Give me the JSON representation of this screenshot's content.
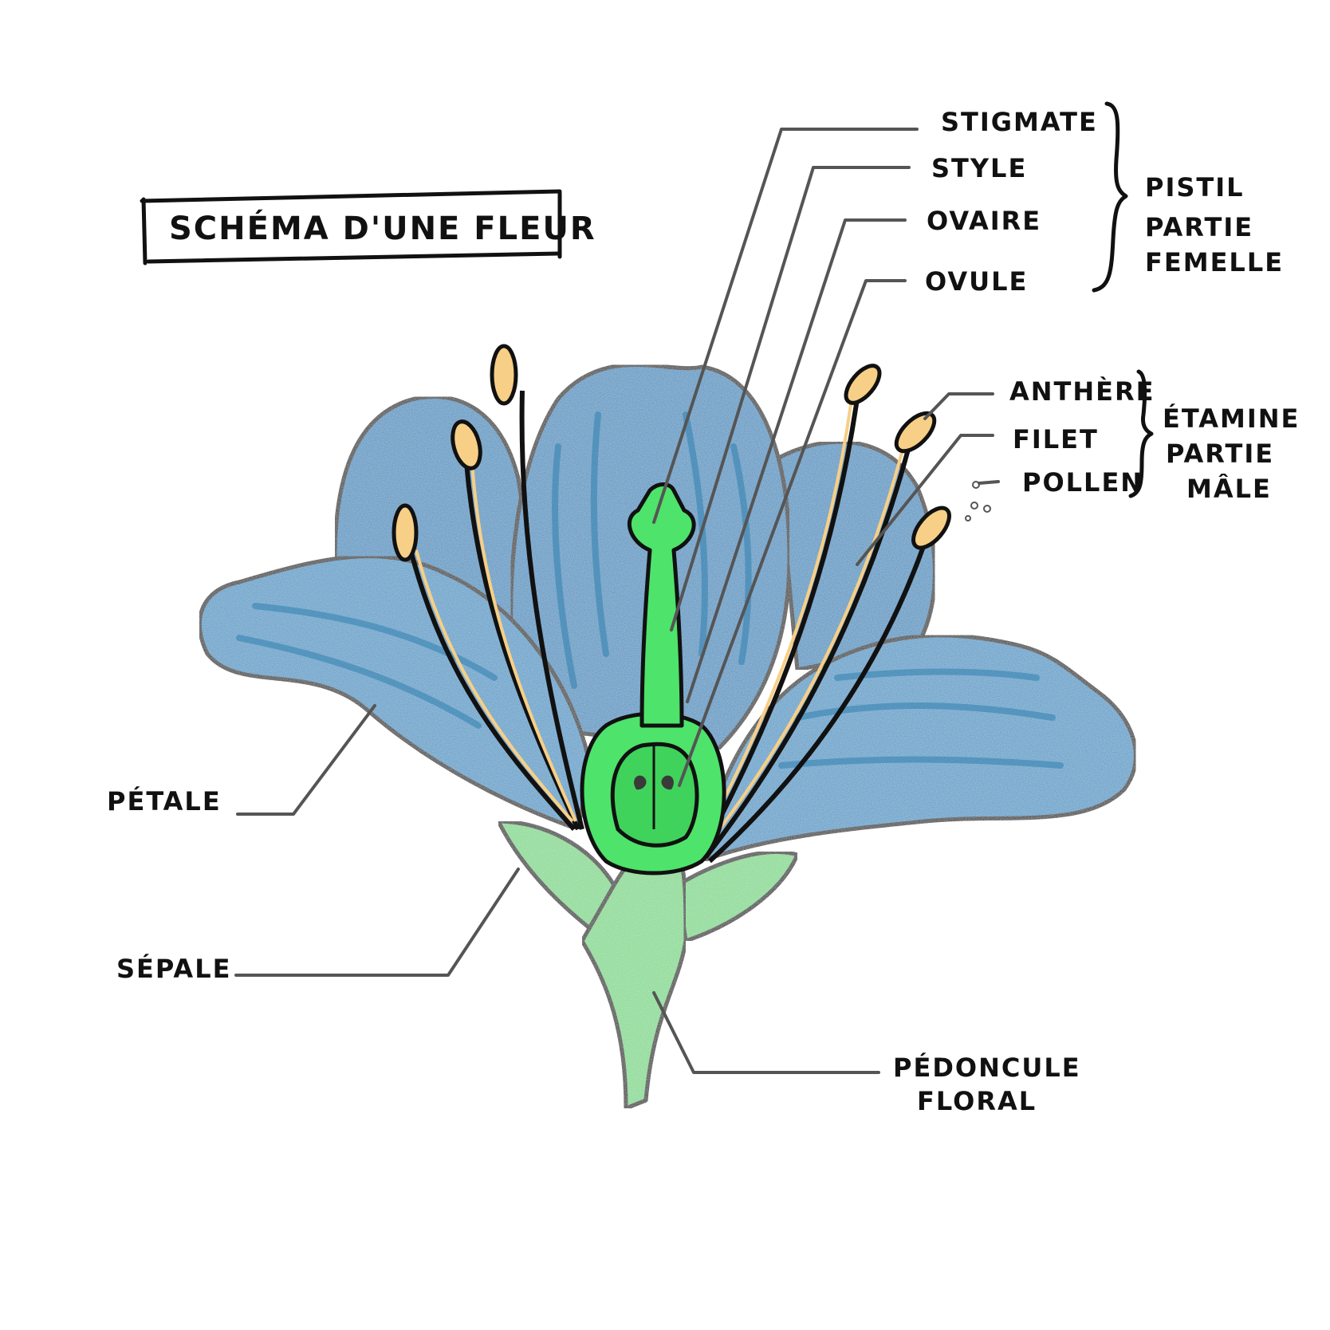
{
  "title": "Schéma d'une fleur",
  "labels": {
    "stigmate": "Stigmate",
    "style": "Style",
    "ovaire": "Ovaire",
    "ovule": "Ovule",
    "anthere": "Anthère",
    "filet": "Filet",
    "pollen": "Pollen",
    "petale": "Pétale",
    "sepale": "Sépale",
    "pedoncule_1": "Pédoncule",
    "pedoncule_2": "floral"
  },
  "groups": {
    "pistil": {
      "line1": "Pistil",
      "line2": "partie",
      "line3": "femelle"
    },
    "etamine": {
      "line1": "Étamine",
      "line2": "partie",
      "line3": "mâle"
    }
  },
  "colors": {
    "petal": "#3f8fbf",
    "petal_light": "#5aa6d0",
    "pistil_green": "#4ee36a",
    "sepal_green": "#7ed88a",
    "anther": "#f7cf86",
    "ink": "#111111",
    "leader": "#555555"
  }
}
